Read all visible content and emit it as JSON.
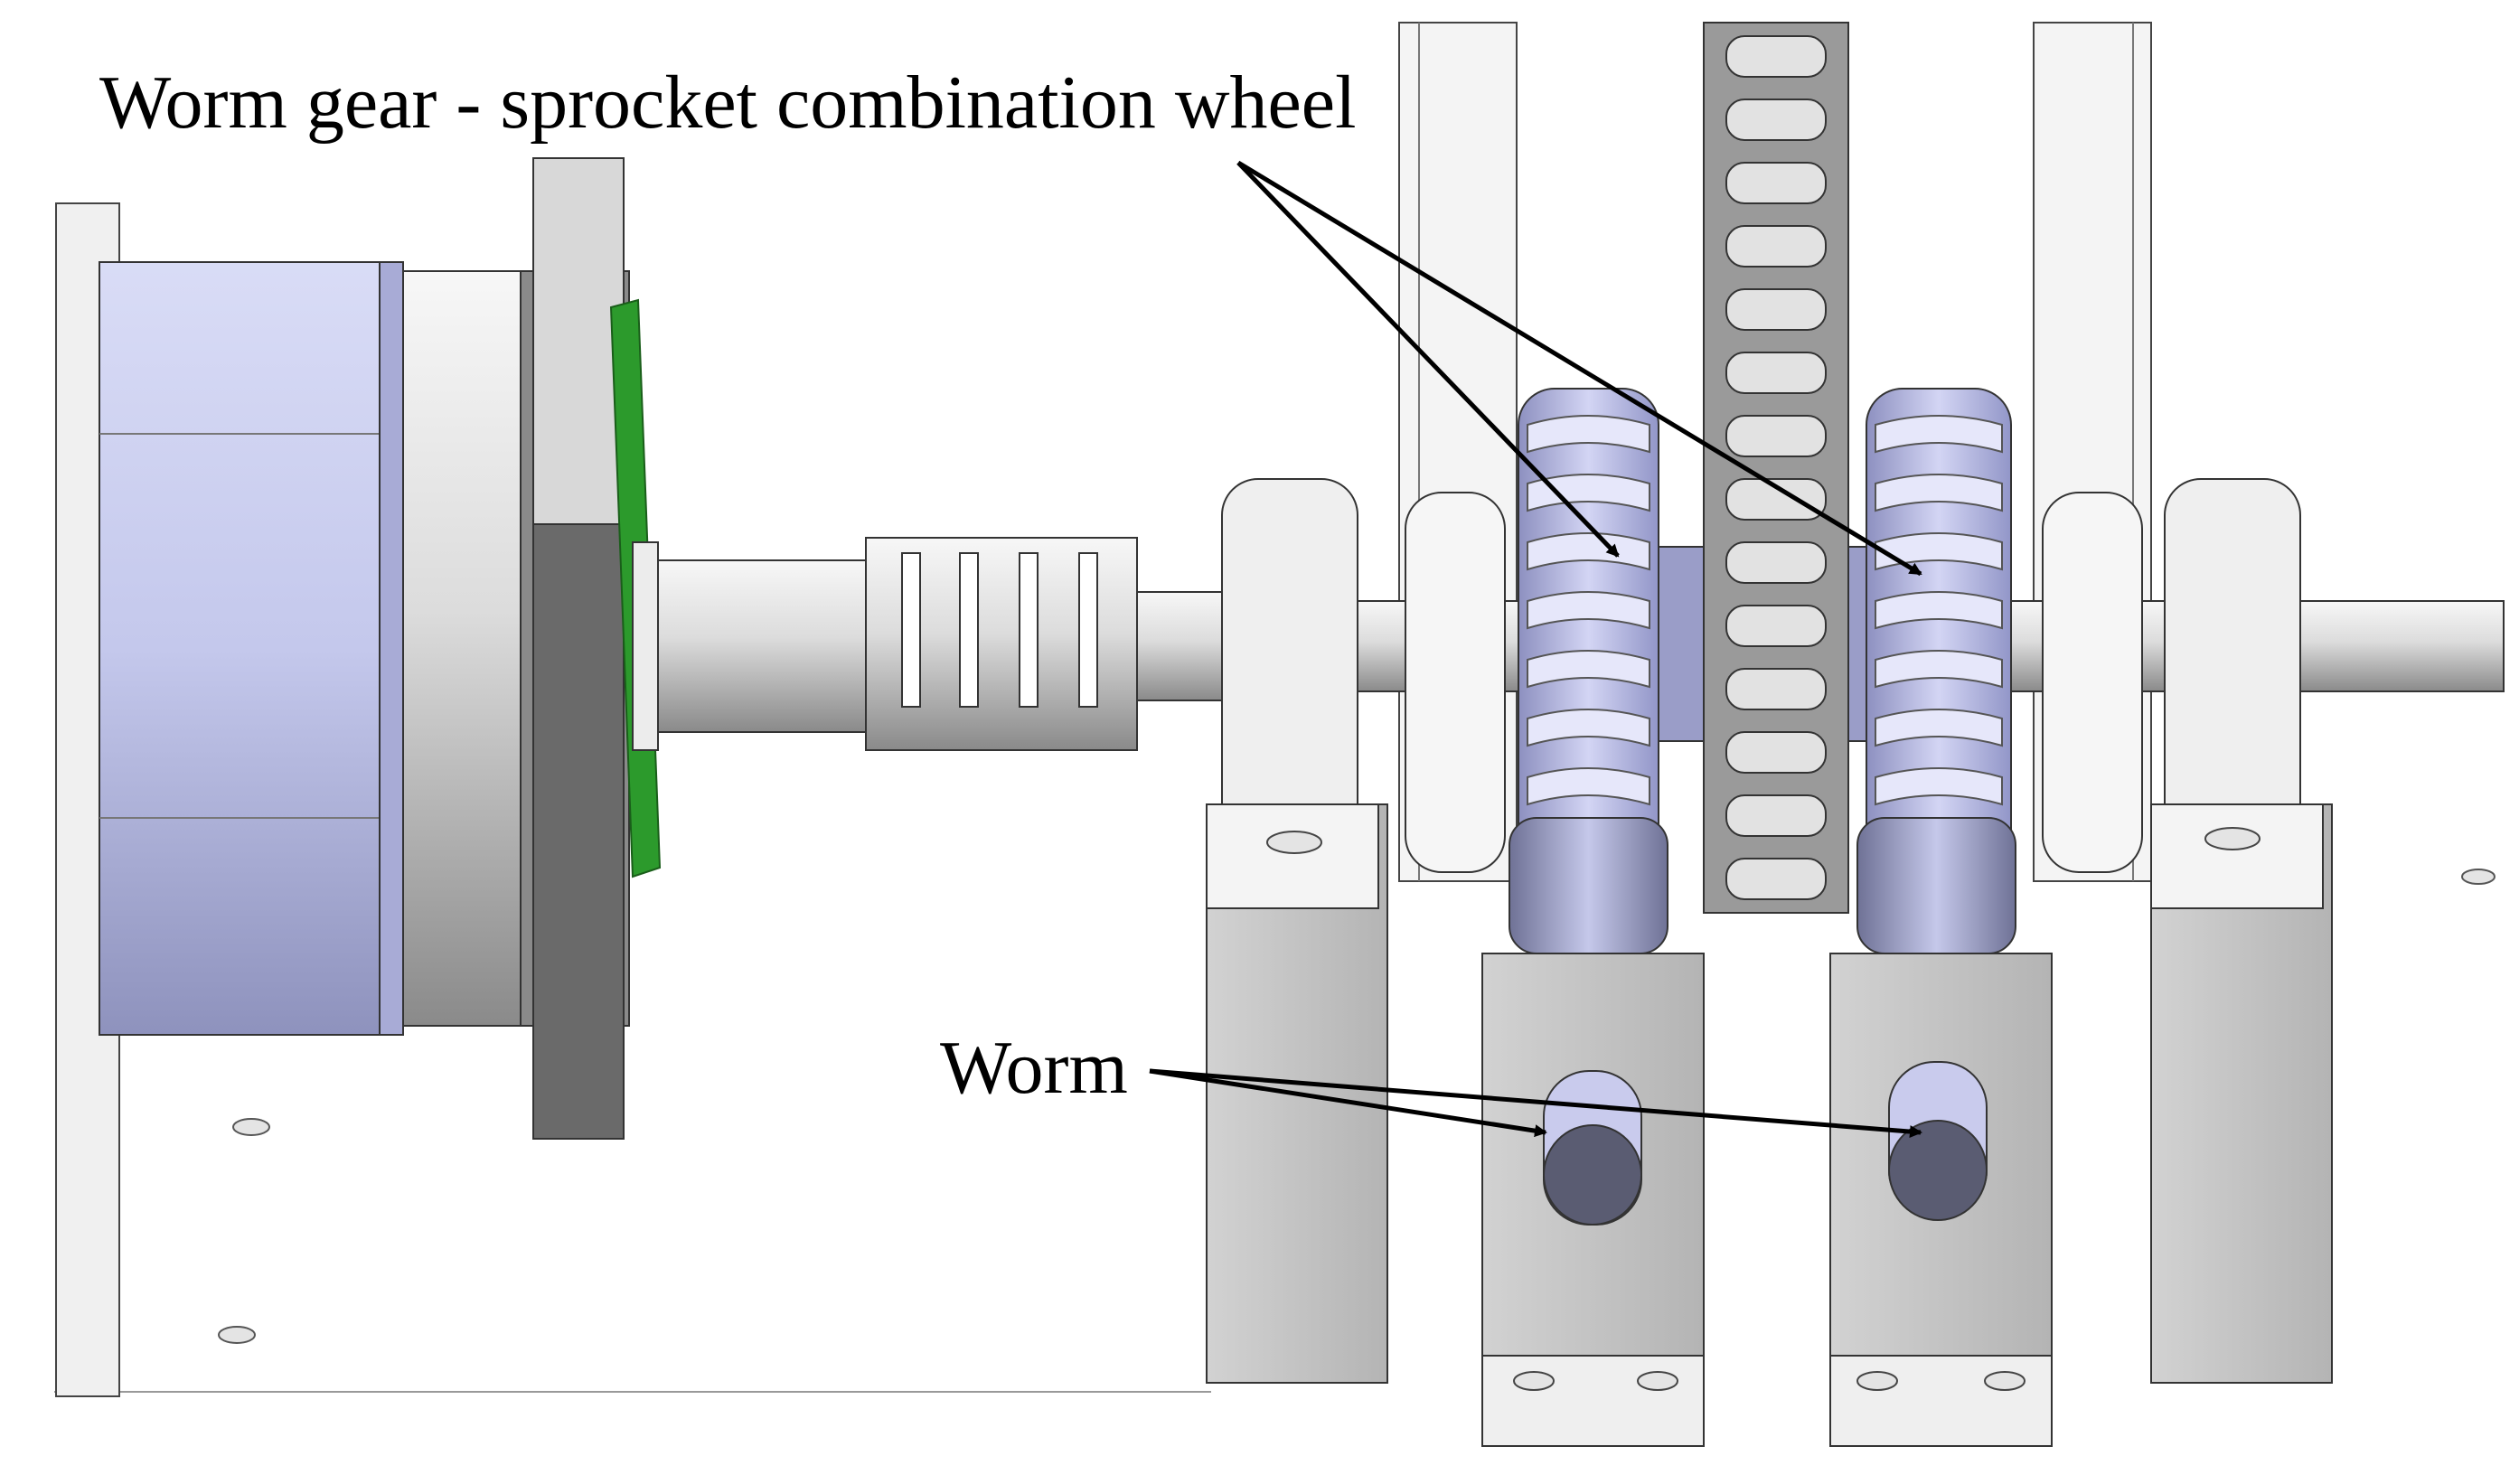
{
  "labels": {
    "wheel": "Worm gear - sprocket combination wheel",
    "worm": "Worm"
  },
  "colors": {
    "background": "#ffffff",
    "motor_body": "#c9ccec",
    "motor_body_dark": "#9ea2c8",
    "metal_light": "#ededed",
    "metal_mid": "#c2c2c2",
    "metal_dark": "#6e6e6e",
    "flange_green": "#2c9a2c",
    "gear_lavender": "#b9bce6",
    "chain_gray": "#8e8e8e",
    "outline": "#2a2a2a"
  },
  "components": [
    "servo-motor",
    "motor-flange",
    "shaft-coupling",
    "main-shaft",
    "pillow-block-bearing",
    "worm-gear-sprocket-wheel",
    "roller-chain",
    "worm",
    "worm-support-block",
    "base-plate"
  ]
}
